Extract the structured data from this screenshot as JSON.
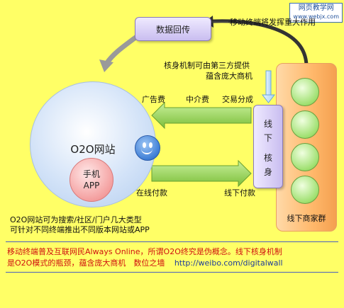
{
  "watermark": {
    "line1": "网页教学网",
    "line2": "www.webjx.com"
  },
  "nodes": {
    "data_return": "数据回传",
    "offline_core": [
      "线",
      "下",
      "核",
      "身"
    ],
    "merchants": "线下商家群",
    "o2o_site": "O2O网站",
    "mobile_app": [
      "手机",
      "APP"
    ]
  },
  "labels": {
    "mobile_tail": "移动终端将发挥重大作用",
    "core_mech_1": "核身机制可由第三方提供",
    "core_mech_2": "蕴含庞大商机",
    "ad_fee": "广告费",
    "agency_fee": "中介费",
    "commission": "交易分成",
    "online_pay": "在线付款",
    "offline_pay": "线下付款",
    "site_note_1": "O2O网站可为搜索/社区/门户几大类型",
    "site_note_2": "可针对不同终端推出不同版本网站或APP"
  },
  "footer": {
    "line1": "移动终端普及互联网民Always Online，所谓O2O终究是伪概念。线下核身机制",
    "line2": "是O2O模式的瓶颈，蕴含庞大商机　数位之墙",
    "link": "http://weibo.com/digitalwall"
  },
  "colors": {
    "background": "#ffff66",
    "footer_text": "#d01010",
    "link": "#1e3c9a",
    "arrow_green": "#8cc63f"
  }
}
